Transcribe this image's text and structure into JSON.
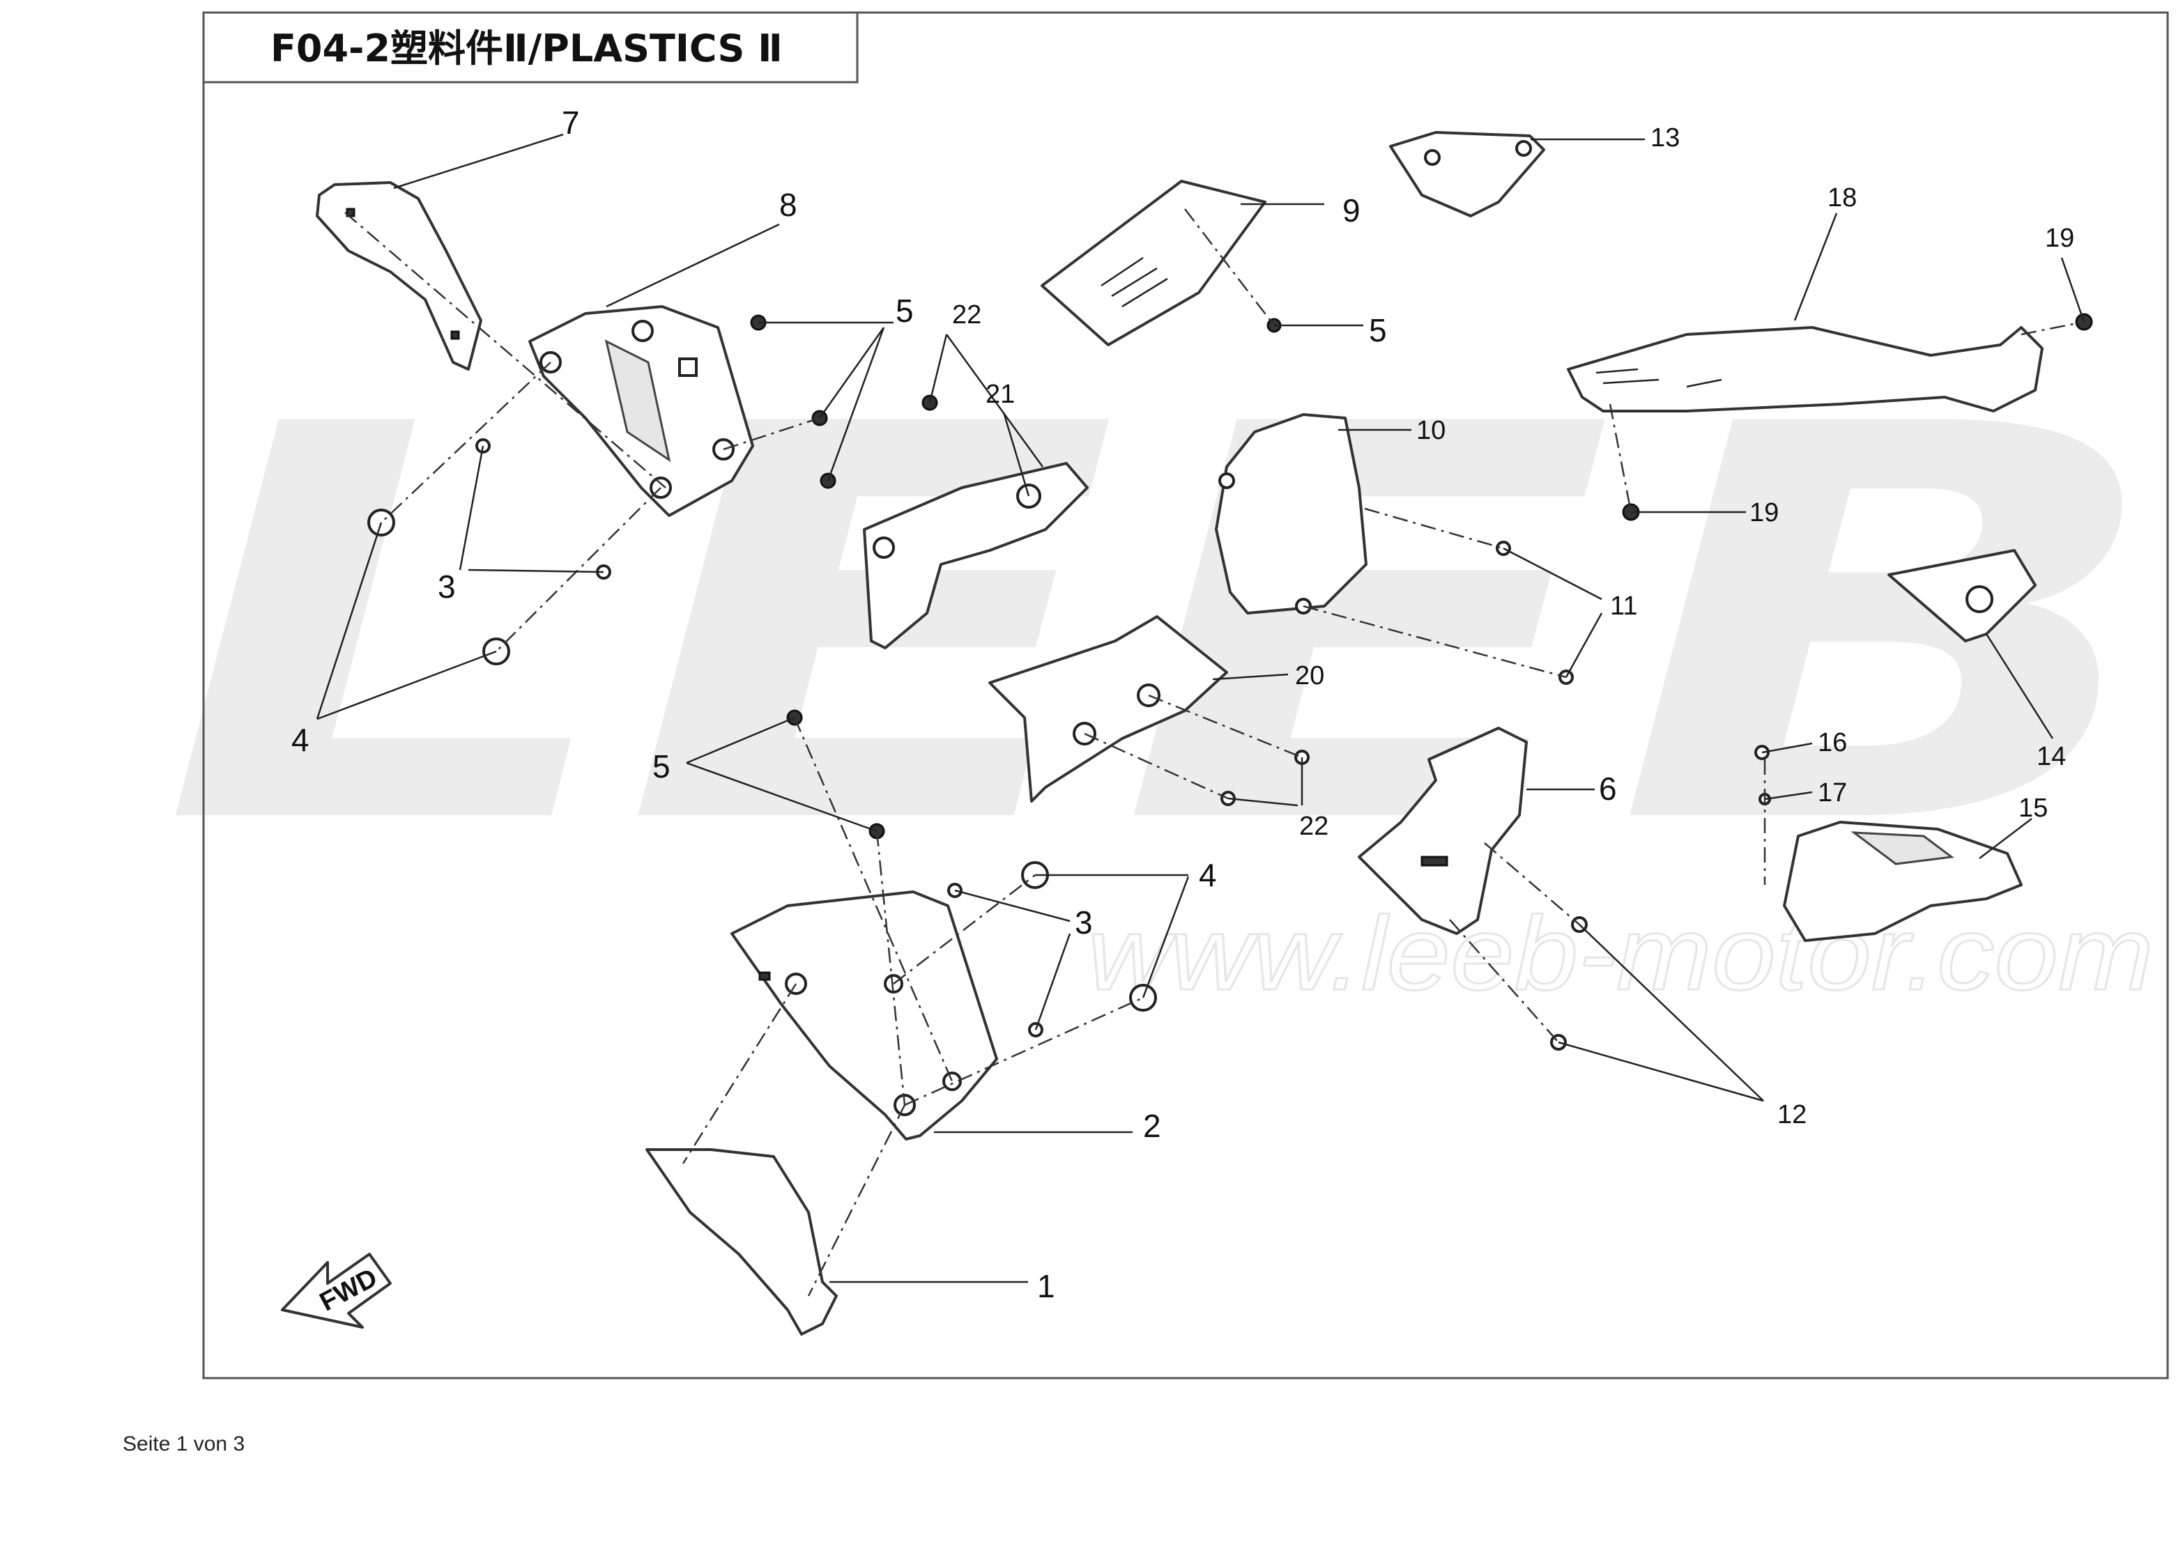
{
  "title": "F04-2塑料件Ⅱ/PLASTICS Ⅱ",
  "watermark": {
    "brand": "LEEB",
    "url": "www.leeb-motor.com"
  },
  "fwd_label": "FWD",
  "callouts": {
    "c1": "1",
    "c2": "2",
    "c3a": "3",
    "c3b": "3",
    "c4a": "4",
    "c4b": "4",
    "c5a": "5",
    "c5b": "5",
    "c5c": "5",
    "c6": "6",
    "c7": "7",
    "c8": "8",
    "c9": "9",
    "c10": "10",
    "c11": "11",
    "c12": "12",
    "c13": "13",
    "c14": "14",
    "c15": "15",
    "c16": "16",
    "c17": "17",
    "c18": "18",
    "c19a": "19",
    "c19b": "19",
    "c20": "20",
    "c21": "21",
    "c22a": "22",
    "c22b": "22"
  },
  "footer": "Seite 1 von 3"
}
